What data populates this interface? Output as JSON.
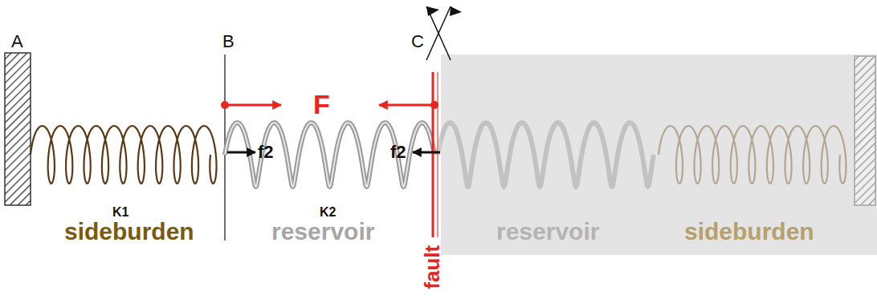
{
  "diagram": {
    "labels": [
      "A",
      "B",
      "C",
      "F",
      "f2",
      "f2",
      "K1",
      "K2",
      "sideburden",
      "reservoir",
      "fault",
      "reservoir",
      "sideburden"
    ]
  }
}
